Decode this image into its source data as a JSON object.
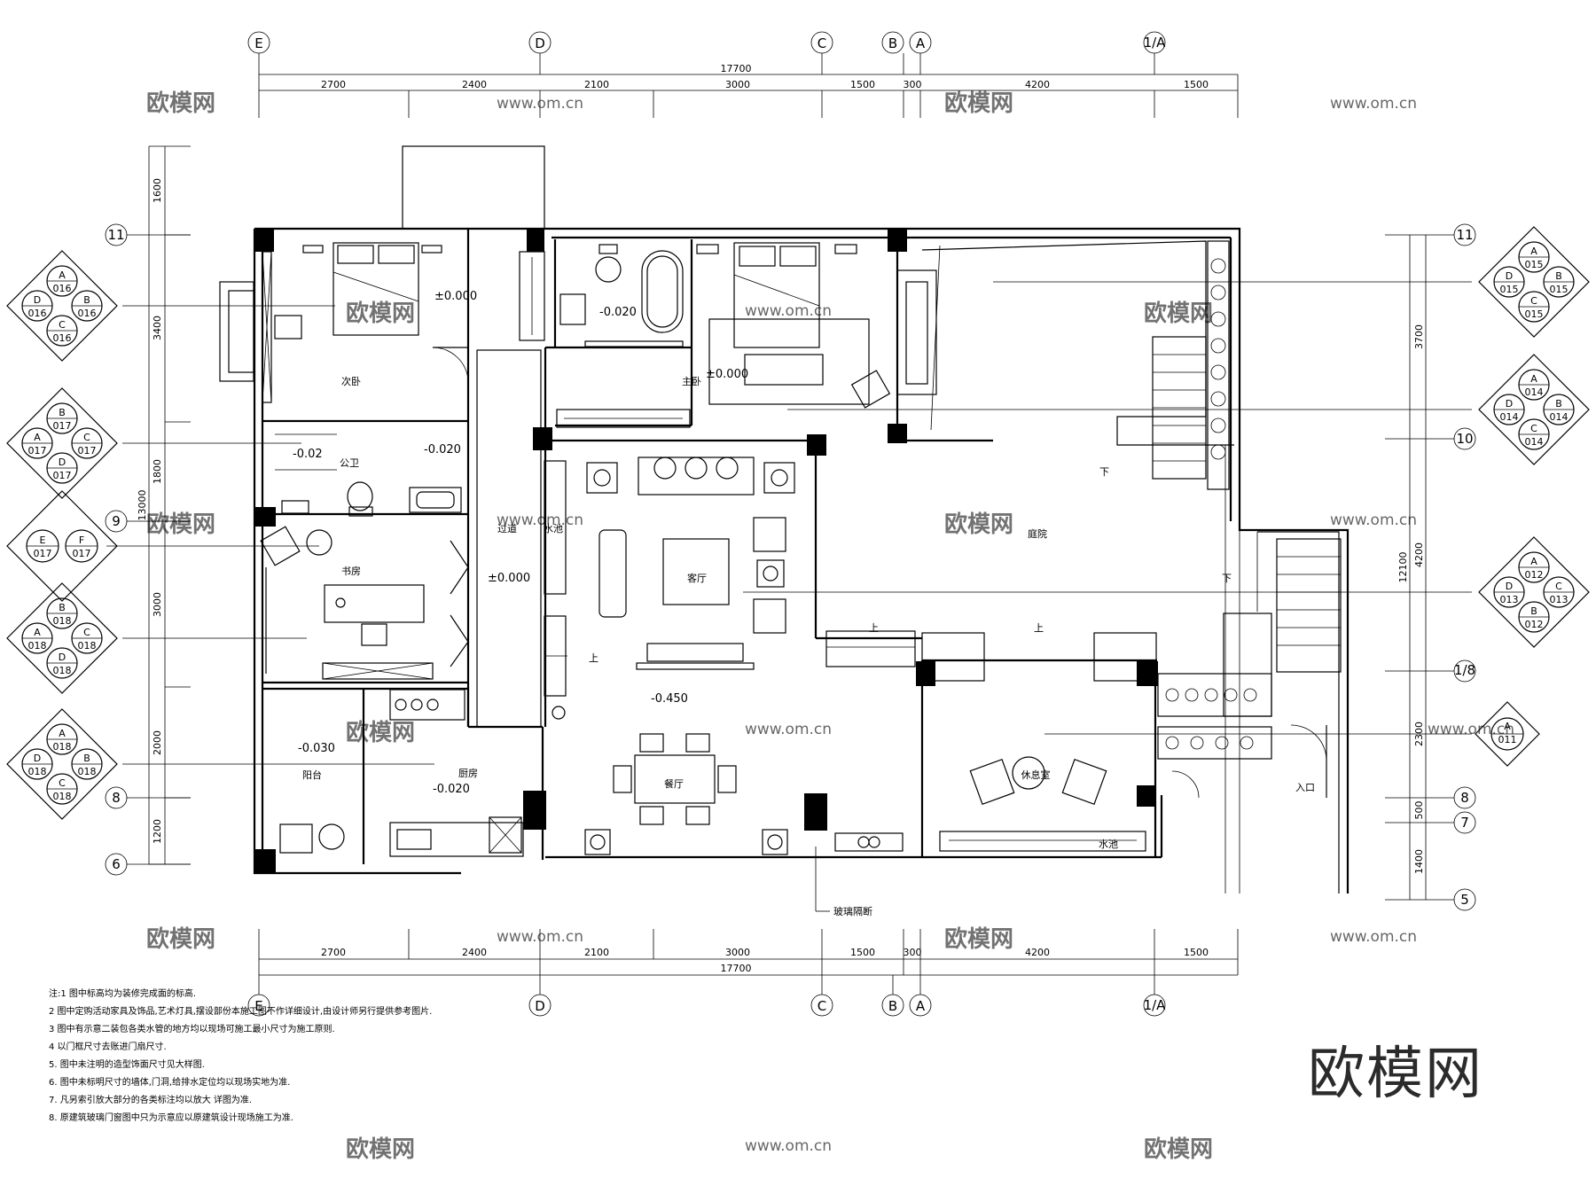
{
  "watermark": {
    "logo": "欧模网",
    "url": "www.om.cn"
  },
  "brand_mark": "欧模网",
  "grid_top": [
    "E",
    "D",
    "C",
    "B",
    "A",
    "1/A"
  ],
  "grid_right": [
    "11",
    "10",
    "1/8",
    "8",
    "7",
    "5"
  ],
  "grid_left": [
    "11",
    "9",
    "8",
    "6"
  ],
  "dims_horizontal": {
    "total": "17700",
    "segments": [
      "2700",
      "2400",
      "2100",
      "3000",
      "1500",
      "300",
      "4200",
      "1500"
    ]
  },
  "dims_left": {
    "total": "13000",
    "segments": [
      "1600",
      "3400",
      "1800",
      "3000",
      "2000",
      "1200"
    ]
  },
  "dims_right": {
    "total": "12100",
    "segments": [
      "3700",
      "4200",
      "2300",
      "500",
      "1400"
    ]
  },
  "rooms": {
    "second_bedroom": "次卧",
    "master_bedroom": "主卧",
    "public_wc": "公卫",
    "study": "书房",
    "corridor": "过道",
    "living": "客厅",
    "dining": "餐厅",
    "kitchen": "厨房",
    "balcony": "阳台",
    "lounge": "休息室",
    "courtyard": "庭院",
    "entrance": "入口",
    "water_bar": "水池",
    "water_pool": "水池"
  },
  "stair_labels": {
    "up": "上",
    "down": "下"
  },
  "elevations": {
    "second_bedroom": "±0.000",
    "master_bath": "-0.020",
    "master_bedroom": "±0.000",
    "wc_left": "-0.02",
    "wc_right": "-0.020",
    "corridor": "±0.000",
    "living": "-0.450",
    "balcony": "-0.030",
    "kitchen": "-0.020"
  },
  "callouts": {
    "glass_partition": "玻璃隔断"
  },
  "markers": [
    {
      "cells": {
        "top": "A\n016",
        "left": "D\n016",
        "right": "B\n016",
        "bottom": "C\n016"
      }
    },
    {
      "cells": {
        "top": "B\n017",
        "left": "A\n017",
        "right": "C\n017",
        "bottom": "D\n017"
      }
    },
    {
      "cells": {
        "left": "E\n017",
        "right": "F\n017"
      }
    },
    {
      "cells": {
        "top": "B\n018",
        "left": "A\n018",
        "right": "C\n018",
        "bottom": "D\n018"
      }
    },
    {
      "cells": {
        "top": "A\n018",
        "left": "D\n018",
        "right": "B\n018",
        "bottom": "C\n018"
      }
    },
    {
      "cells": {
        "top": "A\n015",
        "left": "D\n015",
        "right": "B\n015",
        "bottom": "C\n015"
      }
    },
    {
      "cells": {
        "top": "A\n014",
        "left": "D\n014",
        "right": "B\n014",
        "bottom": "C\n014"
      }
    },
    {
      "cells": {
        "top": "A\n012",
        "left": "D\n013",
        "right": "C\n013",
        "bottom": "B\n012"
      }
    },
    {
      "cells": {
        "top": "A\n011"
      }
    }
  ],
  "notes": [
    "注:1  图中标高均为装修完成面的标高.",
    "2  图中定购活动家具及饰品,艺术灯具,摆设部份本施工图不作详细设计,由设计师另行提供参考图片.",
    "3  图中有示意二装包各类水管的地方均以现场可施工最小尺寸为施工原则.",
    "4  以门框尺寸去账进门扇尺寸.",
    "5. 图中未注明的造型饰面尺寸见大样图.",
    "6. 图中未标明尺寸的墙体,门洞,给排水定位均以现场实地为准.",
    "7. 凡另索引放大部分的各类标注均以放大 详图为准.",
    "8. 原建筑玻璃门窗图中只为示意应以原建筑设计现场施工为准."
  ]
}
